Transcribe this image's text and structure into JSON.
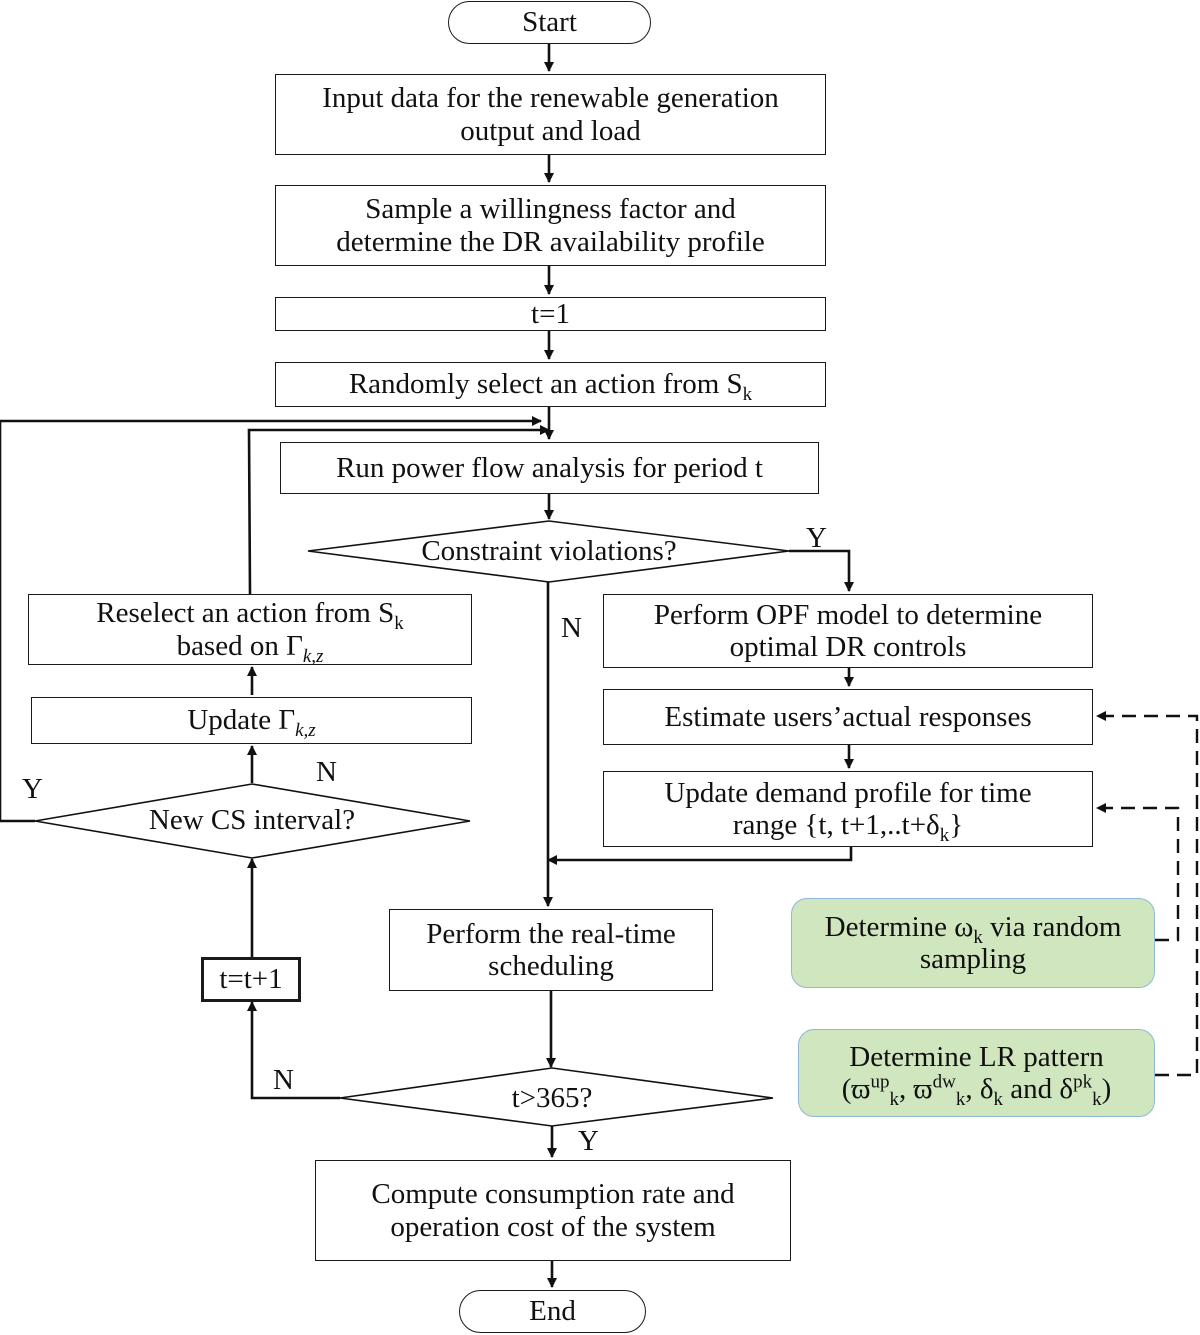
{
  "nodes": {
    "start": "Start",
    "input_data": [
      "Input data for the renewable generation",
      "output and load"
    ],
    "sample": [
      "Sample a willingness factor and",
      "determine the DR availability profile"
    ],
    "t_init": "t=1",
    "random_select": {
      "text": "Randomly select an action from S",
      "sub": "k"
    },
    "power_flow": "Run power flow analysis for period t",
    "constraint": "Constraint violations?",
    "opf": [
      "Perform OPF model to determine",
      "optimal DR controls"
    ],
    "estimate": "Estimate users’actual responses",
    "update_demand": {
      "line1": "Update demand profile for time",
      "line2": "range {t, t+1,..t+δ",
      "line2_sub": "k",
      "line2_end": "}"
    },
    "omega": {
      "line1a": "Determine ω",
      "line1_sub": "k",
      "line1b": " via random",
      "line2": "sampling"
    },
    "lr_pattern": {
      "line1": "Determine LR pattern",
      "line2": "(ϖ",
      "up": "up",
      "k": "k",
      "dw": "dw",
      "delta": "δ",
      "and": " and δ",
      "pk": "pk"
    },
    "realtime": [
      "Perform the real-time",
      "scheduling"
    ],
    "t_limit": "t>365?",
    "compute": [
      "Compute consumption rate and",
      "operation cost of the system"
    ],
    "end": "End",
    "t_inc": "t=t+1",
    "new_cs": "New CS interval?",
    "update_gamma": {
      "text": "Update Γ",
      "sub": "k,z"
    },
    "reselect": {
      "line1": "Reselect an action from S",
      "line1_sub": "k",
      "line2": "based on Γ",
      "line2_sub": "k,z"
    }
  },
  "labels": {
    "constraint_yes": "Y",
    "constraint_no": "N",
    "cs_yes": "Y",
    "cs_no": "N",
    "t_no": "N",
    "t_yes": "Y"
  },
  "colors": {
    "line": "#111111",
    "green_fill": "#cfe6be",
    "green_border": "#8fb8d9"
  }
}
